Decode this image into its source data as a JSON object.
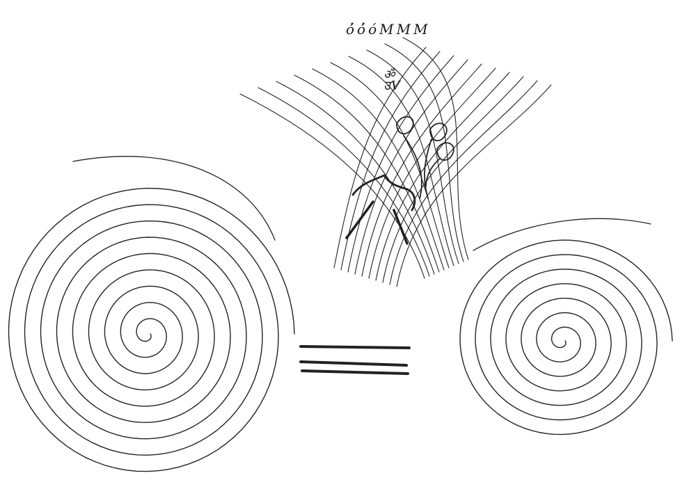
{
  "inscriptions": {
    "top": "ó̓ó̓óMMM",
    "middle": "ॐ\nउV"
  },
  "palette": {
    "ink": "#222222",
    "paper": "#ffffff"
  },
  "figures": {
    "left_spiral": {
      "name": "left-spiral",
      "turns": 9
    },
    "right_spiral": {
      "name": "right-spiral",
      "turns": 7
    },
    "equals_bars": {
      "name": "equals-bars",
      "count": 3
    },
    "crossed_lines": {
      "name": "crossed-lines",
      "left_set": 10,
      "right_set": 10
    },
    "leaves": {
      "name": "leaf-sprigs",
      "count": 3
    }
  }
}
